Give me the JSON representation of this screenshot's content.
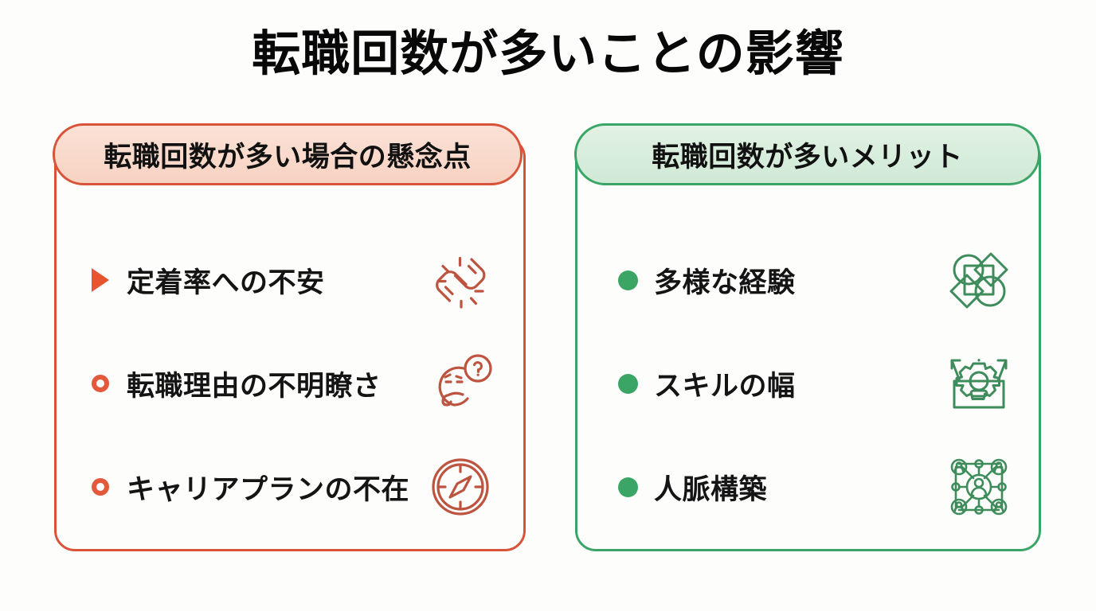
{
  "page": {
    "title": "転職回数が多いことの影響",
    "background_color": "#fdfdfb"
  },
  "colors": {
    "concern_accent": "#d9533a",
    "concern_bullet": "#e2593c",
    "concern_header_bg": "#fbe2d6",
    "merit_accent": "#3aa567",
    "merit_bullet": "#3ba565",
    "merit_header_bg": "#e2f2e4",
    "title_text": "#080808"
  },
  "cards": {
    "concerns": {
      "header": "転職回数が多い場合の懸念点",
      "items": [
        {
          "label": "定着率への不安",
          "bullet": "chevron",
          "icon": "broken-chain-icon"
        },
        {
          "label": "転職理由の不明瞭さ",
          "bullet": "ring",
          "icon": "thinking-face-question-icon"
        },
        {
          "label": "キャリアプランの不在",
          "bullet": "ring",
          "icon": "compass-icon"
        }
      ]
    },
    "merits": {
      "header": "転職回数が多いメリット",
      "items": [
        {
          "label": "多様な経験",
          "bullet": "dot",
          "icon": "overlapping-shapes-icon"
        },
        {
          "label": "スキルの幅",
          "bullet": "dot",
          "icon": "toolbox-gear-arrows-icon"
        },
        {
          "label": "人脈構築",
          "bullet": "dot",
          "icon": "people-network-icon"
        }
      ]
    }
  }
}
